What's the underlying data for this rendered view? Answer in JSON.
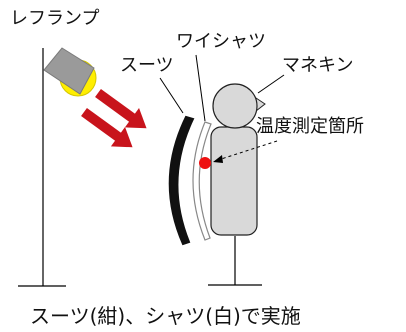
{
  "labels": {
    "lamp": "レフランプ",
    "shirt": "ワイシャツ",
    "suit": "スーツ",
    "mannequin": "マネキン",
    "measure_point": "温度測定箇所"
  },
  "caption": "スーツ(紺)、シャツ(白)で実施",
  "colors": {
    "lamp_shade": "#9a9a9a",
    "lamp_bulb": "#ffee00",
    "radiation_arrow": "#c8141c",
    "suit": "#111111",
    "shirt": "#888888",
    "mannequin": "#d9d9d9",
    "measure_dot": "#ee1111",
    "line": "#000000"
  }
}
